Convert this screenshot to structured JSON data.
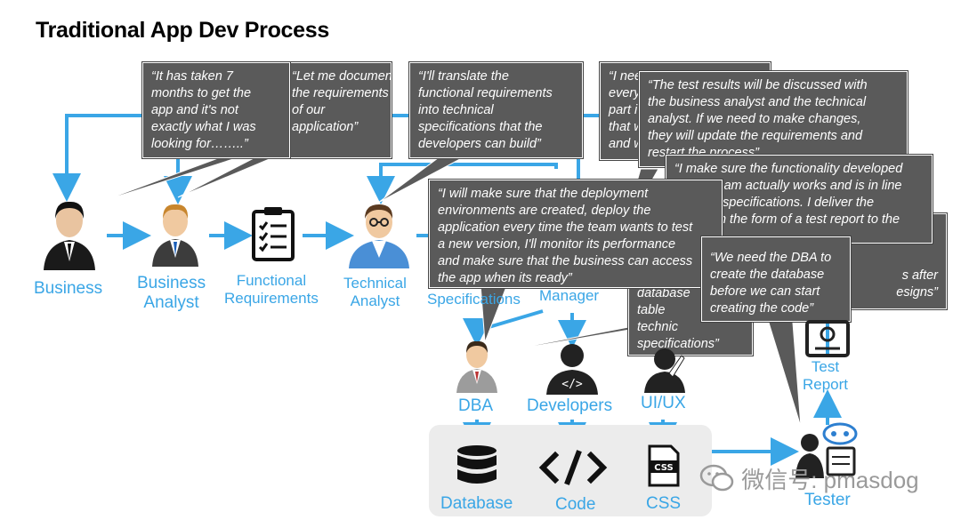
{
  "title": "Traditional App Dev Process",
  "roles": {
    "business": "Business",
    "business_analyst": [
      "Business",
      "Analyst"
    ],
    "functional_requirements": [
      "Functional",
      "Requirements"
    ],
    "technical_analyst": [
      "Technical",
      "Analyst"
    ],
    "specifications": "Specifications",
    "manager": "Manager",
    "dba": "DBA",
    "developers": "Developers",
    "uiux": "UI/UX",
    "test_report": [
      "Test",
      "Report"
    ],
    "tester": "Tester",
    "database": "Database",
    "code": "Code",
    "css": "CSS"
  },
  "bubbles": {
    "ba": [
      "“Let me document",
      "the requirements",
      "of our",
      "application”"
    ],
    "business": [
      "“It has taken 7",
      "months to get the",
      "app and it's not",
      "exactly what I was",
      "looking for……..”"
    ],
    "tech_analyst": [
      "“I'll translate the",
      "functional requirements",
      "into technical",
      "specifications that the",
      "developers can build”"
    ],
    "pm": [
      "“I need to",
      "every",
      "part i",
      "that w",
      "and w"
    ],
    "test_results": [
      "“The test results will be discussed with",
      "the business analyst and the technical",
      "analyst. If we need to make changes,",
      "they will update the requirements and",
      "restart the process”"
    ],
    "tester": [
      "“I make sure the functionality developed",
      "by the team actually works and is in line",
      "with the specifications. I deliver the",
      "results in the form of a test report to the"
    ],
    "uiux": [
      "s after",
      "esigns”"
    ],
    "devops": [
      "“I will make sure that the deployment",
      "environments are created, deploy the",
      "application every time the team wants to test",
      "a new version, I'll monitor its performance",
      "and make sure that the business can access",
      "the app when its ready”"
    ],
    "dev": [
      "database",
      "table",
      "technic",
      "specifications”"
    ],
    "dba": [
      "“We need the DBA to",
      "create the database",
      "before we can start",
      "creating the code”"
    ]
  },
  "icons": {
    "business": "businessman-icon",
    "business_analyst": "business-analyst-icon",
    "functional_requirements": "clipboard-checklist-icon",
    "technical_analyst": "technical-analyst-icon",
    "dba": "dba-person-icon",
    "developers": "developer-icon",
    "uiux": "designer-icon",
    "test_report": "report-icon",
    "tester": "tester-icon",
    "database": "database-icon",
    "code": "code-brackets-icon",
    "css": "css-file-icon",
    "watermark": "wechat-icon"
  },
  "watermark": "微信号: pmasdog",
  "colors": {
    "arrow": "#3aa6e6",
    "bubble": "#5a5a5a",
    "label": "#3aa6e6",
    "panel": "#ececec"
  }
}
